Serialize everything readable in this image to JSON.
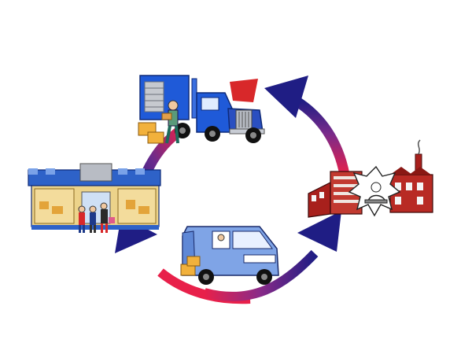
{
  "diagram": {
    "type": "cycle",
    "flow_direction": "clockwise",
    "nodes": [
      {
        "id": "factory",
        "icon": "factory-icon",
        "position": "right"
      },
      {
        "id": "truck",
        "icon": "semi-truck-icon",
        "position": "top"
      },
      {
        "id": "store",
        "icon": "retail-store-icon",
        "position": "left"
      },
      {
        "id": "van",
        "icon": "delivery-van-icon",
        "position": "bottom"
      }
    ],
    "arrows": [
      {
        "from": "factory",
        "to": "truck"
      },
      {
        "from": "truck",
        "to": "store"
      },
      {
        "from": "store",
        "to": "van"
      },
      {
        "from": "van",
        "to": "factory"
      }
    ],
    "colors": {
      "arrow_red": "#e8204a",
      "arrow_purple": "#5a2c8c",
      "arrow_navy": "#1f1d84",
      "truck_blue": "#1f5ad8",
      "factory_red": "#a8201c",
      "van_blue": "#7fa4e6",
      "store_blue": "#2e62c8"
    }
  }
}
